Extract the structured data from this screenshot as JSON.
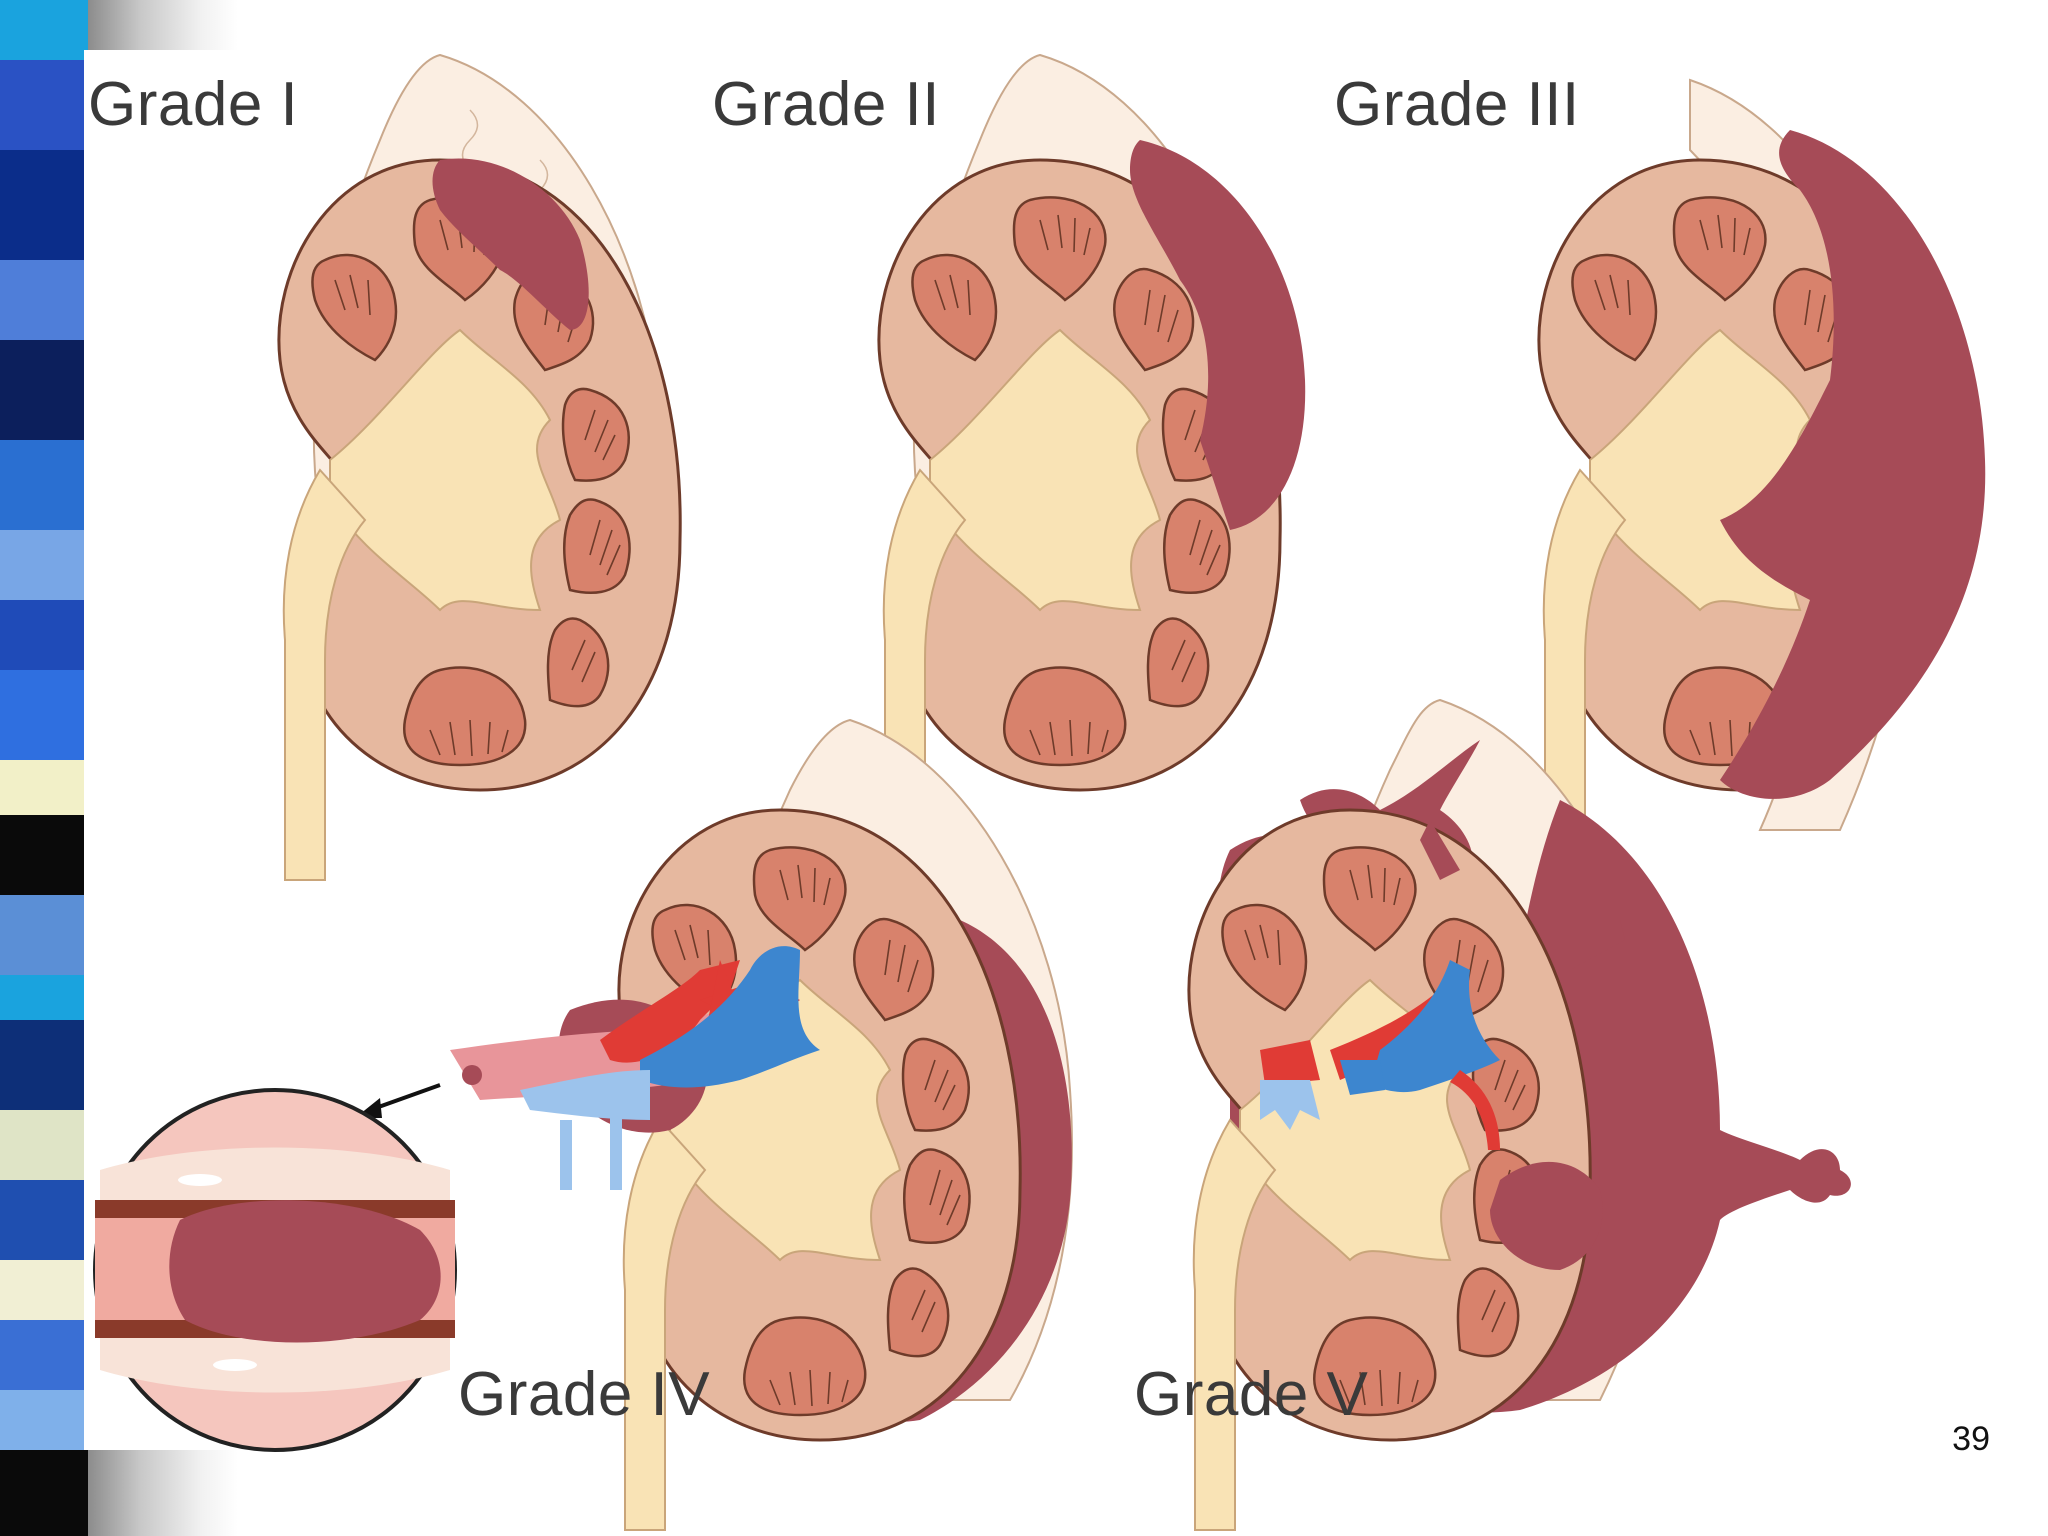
{
  "grades": {
    "grade_1": "Grade I",
    "grade_2": "Grade II",
    "grade_3": "Grade III",
    "grade_4": "Grade IV",
    "grade_5": "Grade V"
  },
  "slide_number": "39",
  "colors": {
    "hematoma": "#a64b57",
    "parenchyma": "#e6b89f",
    "pyramid": "#d8826c",
    "collecting_system": "#f9e3b5",
    "perirenal_fat": "#fbeee2",
    "artery": "#e03b35",
    "vein": "#3d86cf"
  }
}
